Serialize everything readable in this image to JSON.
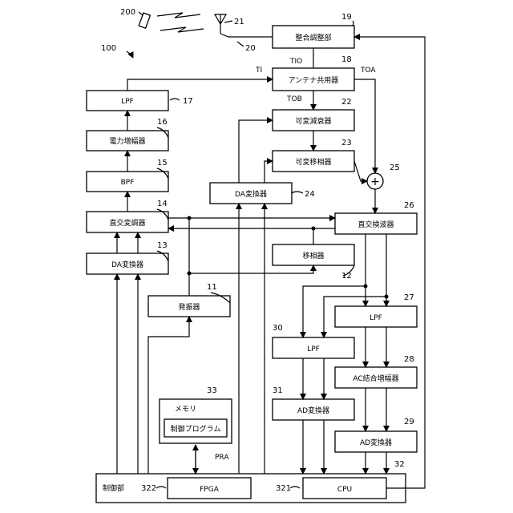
{
  "blocks": {
    "matching": {
      "label": "整合調整部",
      "ref": "19"
    },
    "duplexer": {
      "label": "アンテナ共用器",
      "ref": "18"
    },
    "attenuator": {
      "label": "可変減衰器",
      "ref": "22"
    },
    "phase_shifter_var": {
      "label": "可変移相器",
      "ref": "23"
    },
    "da24": {
      "label": "DA変換器",
      "ref": "24"
    },
    "quad_detector": {
      "label": "直交検波器",
      "ref": "26"
    },
    "phase_shifter": {
      "label": "移相器",
      "ref": "12"
    },
    "lpf27": {
      "label": "LPF",
      "ref": "27"
    },
    "lpf30": {
      "label": "LPF",
      "ref": "30"
    },
    "ac_amp": {
      "label": "AC結合増幅器",
      "ref": "28"
    },
    "ad31": {
      "label": "AD変換器",
      "ref": "31"
    },
    "ad29": {
      "label": "AD変換器",
      "ref": "29"
    },
    "lpf17": {
      "label": "LPF",
      "ref": "17"
    },
    "power_amp": {
      "label": "電力増幅器",
      "ref": "16"
    },
    "bpf": {
      "label": "BPF",
      "ref": "15"
    },
    "quad_modulator": {
      "label": "直交変調器",
      "ref": "14"
    },
    "da13": {
      "label": "DA変換器",
      "ref": "13"
    },
    "oscillator": {
      "label": "発振器",
      "ref": "11"
    },
    "memory": {
      "label": "メモリ",
      "ref": "33"
    },
    "program": {
      "label": "制御プログラム",
      "ref": "PRA"
    },
    "control": {
      "label": "制御部",
      "ref": "32"
    },
    "fpga": {
      "label": "FPGA",
      "ref": "322"
    },
    "cpu": {
      "label": "CPU",
      "ref": "321"
    }
  },
  "terminals": {
    "tio": "TIO",
    "ti": "TI",
    "toa": "TOA",
    "tob": "TOB"
  },
  "refs": {
    "device": "100",
    "tag": "200",
    "antenna": "21",
    "feed": "20",
    "adder": "25"
  },
  "adder_symbol": "+"
}
